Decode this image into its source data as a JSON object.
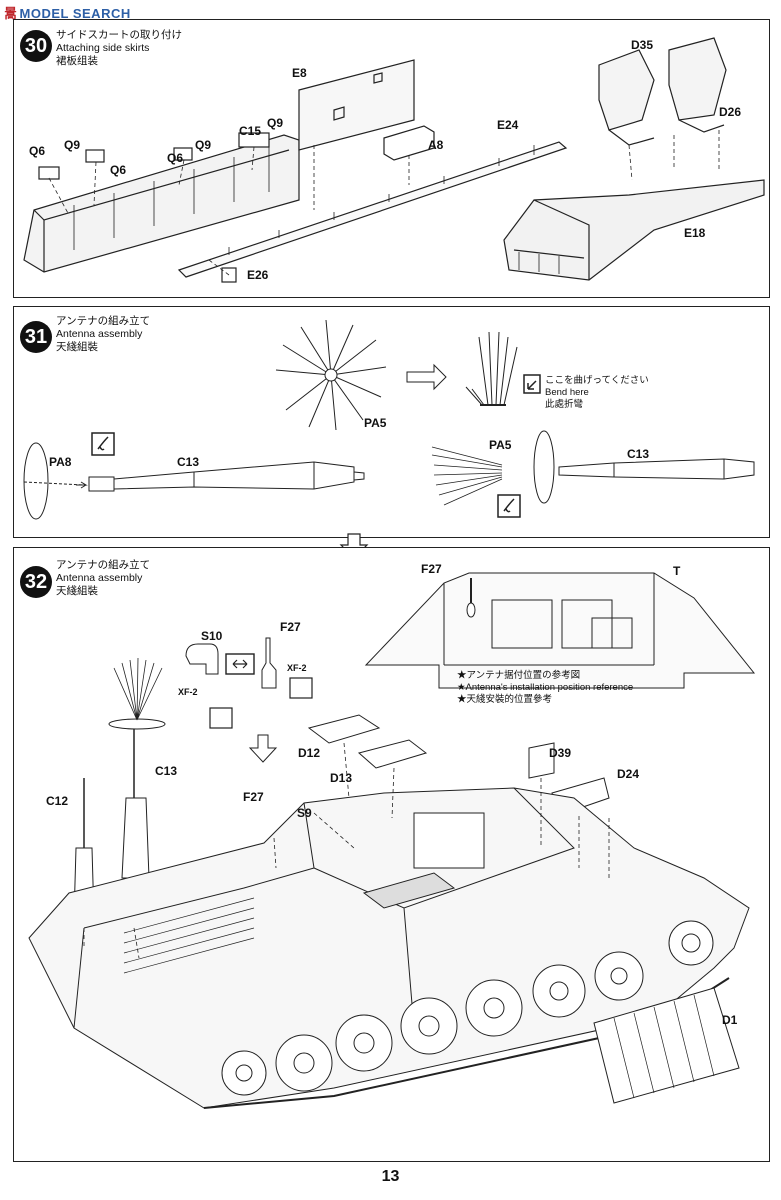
{
  "watermark": {
    "icon_text": "暠",
    "text": "MODEL SEARCH"
  },
  "steps": [
    {
      "number": "30",
      "title_jp": "サイドスカートの取り付け",
      "title_en": "Attaching side skirts",
      "title_cn": "裙板组装",
      "parts": [
        "E8",
        "D35",
        "D26",
        "Q9",
        "C15",
        "Q6",
        "Q9",
        "Q6",
        "Q9",
        "E24",
        "A8",
        "Q6",
        "E18",
        "E26"
      ]
    },
    {
      "number": "31",
      "title_jp": "アンテナの組み立て",
      "title_en": "Antenna assembly",
      "title_cn": "天綫組裝",
      "parts": [
        "PA5",
        "PA8",
        "C13",
        "PA5",
        "C13"
      ],
      "bend_note": {
        "jp": "ここを曲げってください",
        "en": "Bend here",
        "cn": "此處折彎"
      }
    },
    {
      "number": "32",
      "title_jp": "アンテナの組み立て",
      "title_en": "Antenna assembly",
      "title_cn": "天綫組裝",
      "parts": [
        "F27",
        "T",
        "S10",
        "F27",
        "XF-2",
        "XF-2",
        "C13",
        "C12",
        "D12",
        "D13",
        "D39",
        "D24",
        "F27",
        "S9",
        "D1"
      ],
      "reference_note": {
        "jp": "★アンテナ据付位置の参考図",
        "en": "★Antenna's installation position reference",
        "cn": "★天綫安裝的位置參考"
      }
    }
  ],
  "page_number": "13"
}
